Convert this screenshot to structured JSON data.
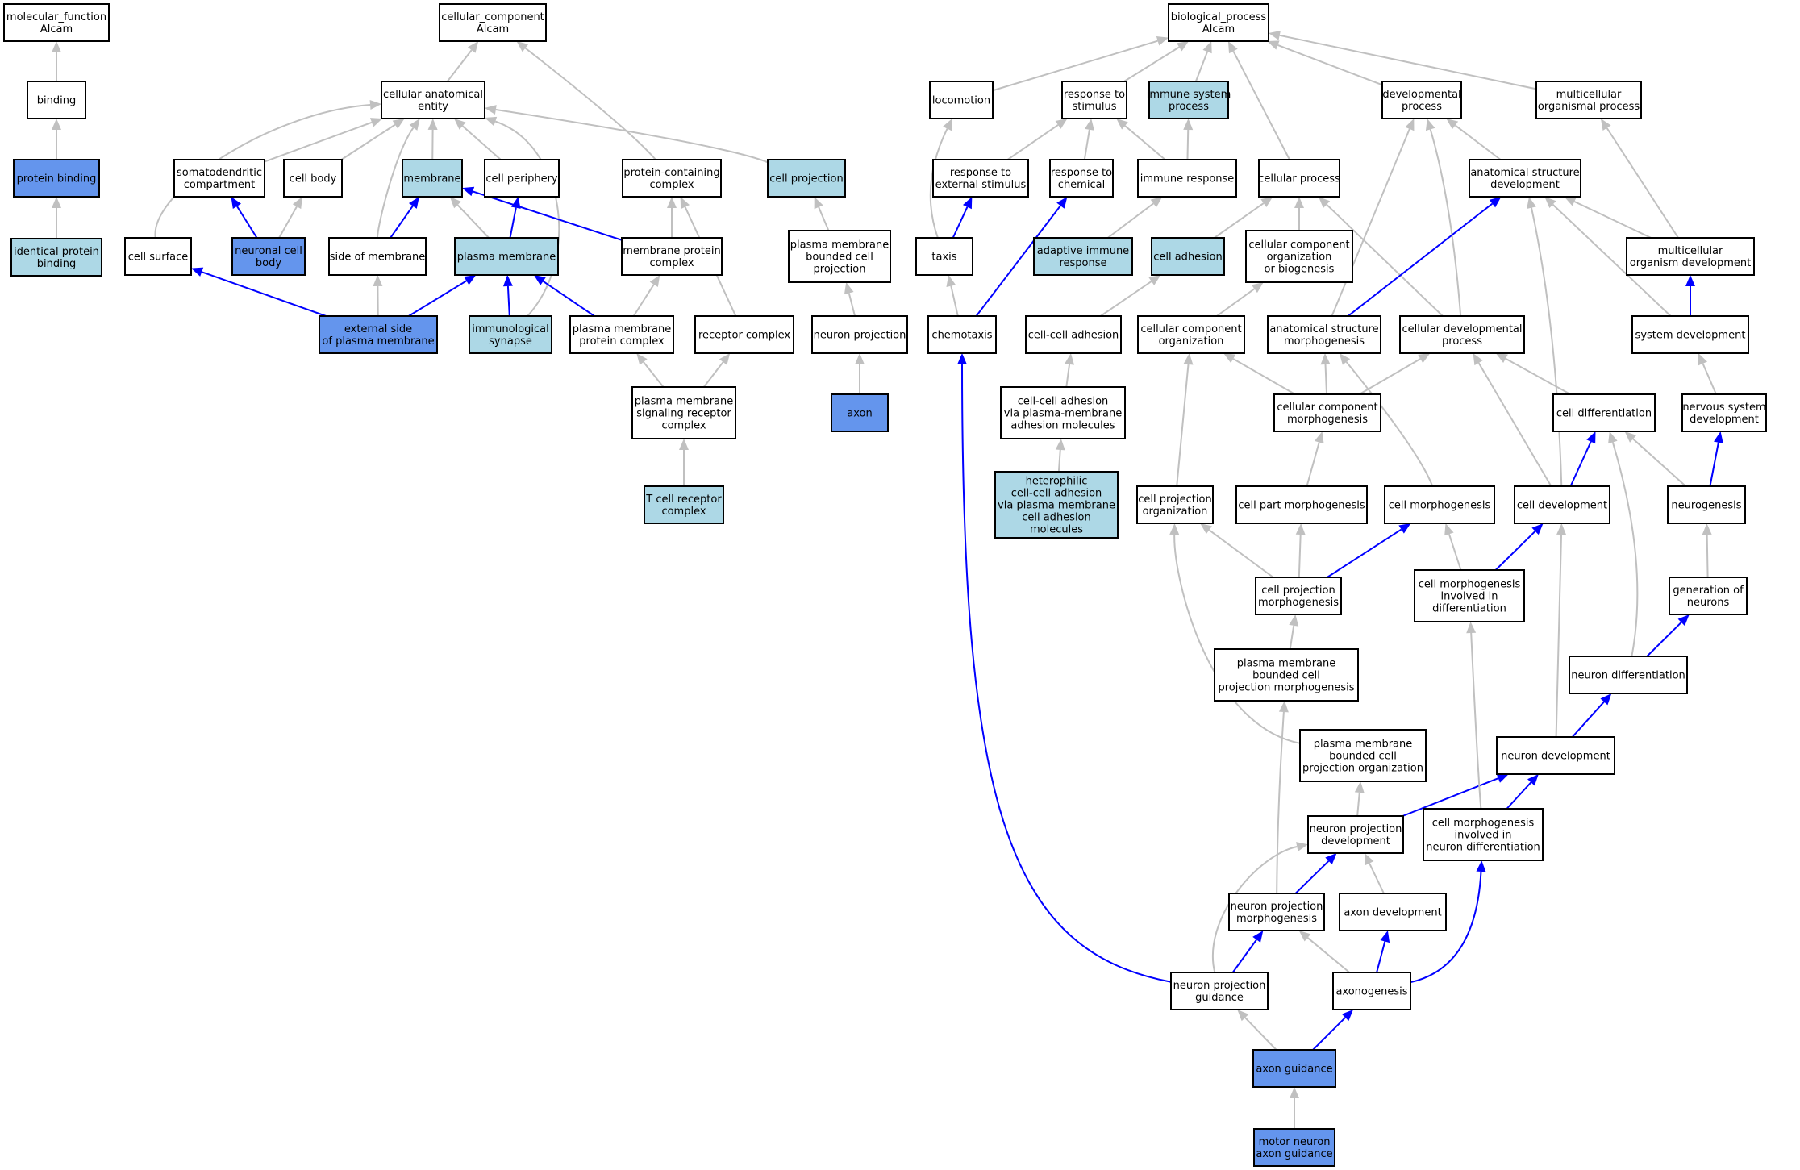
{
  "colors": {
    "node_default": "#ffffff",
    "node_light": "#add8e6",
    "node_dark": "#6495ed",
    "edge_gray": "#c0c0c0",
    "edge_blue": "#0000ff"
  },
  "nodes": [
    {
      "id": "mf",
      "label": [
        "molecular_function",
        "Alcam"
      ],
      "fill": "white"
    },
    {
      "id": "binding",
      "label": [
        "binding"
      ],
      "fill": "white"
    },
    {
      "id": "protbind",
      "label": [
        "protein binding"
      ],
      "fill": "dark"
    },
    {
      "id": "identprot",
      "label": [
        "identical protein",
        "binding"
      ],
      "fill": "light"
    },
    {
      "id": "cc",
      "label": [
        "cellular_component",
        "Alcam"
      ],
      "fill": "white"
    },
    {
      "id": "cae",
      "label": [
        "cellular anatomical",
        "entity"
      ],
      "fill": "white"
    },
    {
      "id": "somato",
      "label": [
        "somatodendritic",
        "compartment"
      ],
      "fill": "white"
    },
    {
      "id": "cellbody",
      "label": [
        "cell body"
      ],
      "fill": "white"
    },
    {
      "id": "membrane",
      "label": [
        "membrane"
      ],
      "fill": "light"
    },
    {
      "id": "periphery",
      "label": [
        "cell periphery"
      ],
      "fill": "white"
    },
    {
      "id": "protcont",
      "label": [
        "protein-containing",
        "complex"
      ],
      "fill": "white"
    },
    {
      "id": "cellproj",
      "label": [
        "cell projection"
      ],
      "fill": "light"
    },
    {
      "id": "cellsurface",
      "label": [
        "cell surface"
      ],
      "fill": "white"
    },
    {
      "id": "neuronalbody",
      "label": [
        "neuronal cell",
        "body"
      ],
      "fill": "dark"
    },
    {
      "id": "sidemem",
      "label": [
        "side of membrane"
      ],
      "fill": "white"
    },
    {
      "id": "plasmamem",
      "label": [
        "plasma membrane"
      ],
      "fill": "light"
    },
    {
      "id": "memprotcomplex",
      "label": [
        "membrane protein",
        "complex"
      ],
      "fill": "white"
    },
    {
      "id": "pmbcp",
      "label": [
        "plasma membrane",
        "bounded cell",
        "projection"
      ],
      "fill": "white"
    },
    {
      "id": "extside",
      "label": [
        "external side",
        "of plasma membrane"
      ],
      "fill": "dark"
    },
    {
      "id": "immsyn",
      "label": [
        "immunological",
        "synapse"
      ],
      "fill": "light"
    },
    {
      "id": "pmprotcomplex",
      "label": [
        "plasma membrane",
        "protein complex"
      ],
      "fill": "white"
    },
    {
      "id": "receptorcomplex",
      "label": [
        "receptor complex"
      ],
      "fill": "white"
    },
    {
      "id": "neuronproj",
      "label": [
        "neuron projection"
      ],
      "fill": "white"
    },
    {
      "id": "pmsrc",
      "label": [
        "plasma membrane",
        "signaling receptor",
        "complex"
      ],
      "fill": "white"
    },
    {
      "id": "axon",
      "label": [
        "axon"
      ],
      "fill": "dark"
    },
    {
      "id": "tcell",
      "label": [
        "T cell receptor",
        "complex"
      ],
      "fill": "light"
    },
    {
      "id": "bp",
      "label": [
        "biological_process",
        "Alcam"
      ],
      "fill": "white"
    },
    {
      "id": "locomotion",
      "label": [
        "locomotion"
      ],
      "fill": "white"
    },
    {
      "id": "respstim",
      "label": [
        "response to",
        "stimulus"
      ],
      "fill": "white"
    },
    {
      "id": "immsysproc",
      "label": [
        "immune system",
        "process"
      ],
      "fill": "light"
    },
    {
      "id": "devproc",
      "label": [
        "developmental",
        "process"
      ],
      "fill": "white"
    },
    {
      "id": "multiproc",
      "label": [
        "multicellular",
        "organismal process"
      ],
      "fill": "white"
    },
    {
      "id": "respext",
      "label": [
        "response to",
        "external stimulus"
      ],
      "fill": "white"
    },
    {
      "id": "respchem",
      "label": [
        "response to",
        "chemical"
      ],
      "fill": "white"
    },
    {
      "id": "immresp",
      "label": [
        "immune response"
      ],
      "fill": "white"
    },
    {
      "id": "cellproc",
      "label": [
        "cellular process"
      ],
      "fill": "white"
    },
    {
      "id": "anatdev",
      "label": [
        "anatomical structure",
        "development"
      ],
      "fill": "white"
    },
    {
      "id": "taxis",
      "label": [
        "taxis"
      ],
      "fill": "white"
    },
    {
      "id": "adaptive",
      "label": [
        "adaptive immune",
        "response"
      ],
      "fill": "light"
    },
    {
      "id": "celladh",
      "label": [
        "cell adhesion"
      ],
      "fill": "light"
    },
    {
      "id": "ccob",
      "label": [
        "cellular component",
        "organization",
        "or biogenesis"
      ],
      "fill": "white"
    },
    {
      "id": "multidev",
      "label": [
        "multicellular",
        "organism development"
      ],
      "fill": "white"
    },
    {
      "id": "chemotaxis",
      "label": [
        "chemotaxis"
      ],
      "fill": "white"
    },
    {
      "id": "ccadh",
      "label": [
        "cell-cell adhesion"
      ],
      "fill": "white"
    },
    {
      "id": "ccorg",
      "label": [
        "cellular component",
        "organization"
      ],
      "fill": "white"
    },
    {
      "id": "asmorph",
      "label": [
        "anatomical structure",
        "morphogenesis"
      ],
      "fill": "white"
    },
    {
      "id": "celldevproc",
      "label": [
        "cellular developmental",
        "process"
      ],
      "fill": "white"
    },
    {
      "id": "sysdev",
      "label": [
        "system development"
      ],
      "fill": "white"
    },
    {
      "id": "ccadhpm",
      "label": [
        "cell-cell adhesion",
        "via plasma-membrane",
        "adhesion molecules"
      ],
      "fill": "white"
    },
    {
      "id": "ccmorph",
      "label": [
        "cellular component",
        "morphogenesis"
      ],
      "fill": "white"
    },
    {
      "id": "celldiff",
      "label": [
        "cell differentiation"
      ],
      "fill": "white"
    },
    {
      "id": "nsdev",
      "label": [
        "nervous system",
        "development"
      ],
      "fill": "white"
    },
    {
      "id": "hetero",
      "label": [
        "heterophilic",
        "cell-cell adhesion",
        "via plasma membrane",
        "cell adhesion",
        "molecules"
      ],
      "fill": "light"
    },
    {
      "id": "cpo",
      "label": [
        "cell projection",
        "organization"
      ],
      "fill": "white"
    },
    {
      "id": "cellpartmorph",
      "label": [
        "cell part morphogenesis"
      ],
      "fill": "white"
    },
    {
      "id": "cellmorph",
      "label": [
        "cell morphogenesis"
      ],
      "fill": "white"
    },
    {
      "id": "celldev",
      "label": [
        "cell development"
      ],
      "fill": "white"
    },
    {
      "id": "neurogenesis",
      "label": [
        "neurogenesis"
      ],
      "fill": "white"
    },
    {
      "id": "cpmorph",
      "label": [
        "cell projection",
        "morphogenesis"
      ],
      "fill": "white"
    },
    {
      "id": "cmid",
      "label": [
        "cell morphogenesis",
        "involved in",
        "differentiation"
      ],
      "fill": "white"
    },
    {
      "id": "genneurons",
      "label": [
        "generation of",
        "neurons"
      ],
      "fill": "white"
    },
    {
      "id": "pmbcpmorph",
      "label": [
        "plasma membrane",
        "bounded cell",
        "projection morphogenesis"
      ],
      "fill": "white"
    },
    {
      "id": "neurondiff",
      "label": [
        "neuron differentiation"
      ],
      "fill": "white"
    },
    {
      "id": "pmbcporg",
      "label": [
        "plasma membrane",
        "bounded cell",
        "projection organization"
      ],
      "fill": "white"
    },
    {
      "id": "neurondev",
      "label": [
        "neuron development"
      ],
      "fill": "white"
    },
    {
      "id": "npdev",
      "label": [
        "neuron projection",
        "development"
      ],
      "fill": "white"
    },
    {
      "id": "cmind",
      "label": [
        "cell morphogenesis",
        "involved in",
        "neuron differentiation"
      ],
      "fill": "white"
    },
    {
      "id": "npmorph",
      "label": [
        "neuron projection",
        "morphogenesis"
      ],
      "fill": "white"
    },
    {
      "id": "axondev",
      "label": [
        "axon development"
      ],
      "fill": "white"
    },
    {
      "id": "npguid",
      "label": [
        "neuron projection",
        "guidance"
      ],
      "fill": "white"
    },
    {
      "id": "axonogenesis",
      "label": [
        "axonogenesis"
      ],
      "fill": "white"
    },
    {
      "id": "axonguid",
      "label": [
        "axon guidance"
      ],
      "fill": "dark"
    },
    {
      "id": "motorguid",
      "label": [
        "motor neuron",
        "axon guidance"
      ],
      "fill": "dark"
    }
  ],
  "edges": [
    {
      "from": "binding",
      "to": "mf",
      "color": "gray"
    },
    {
      "from": "protbind",
      "to": "binding",
      "color": "gray"
    },
    {
      "from": "identprot",
      "to": "protbind",
      "color": "gray"
    },
    {
      "from": "cae",
      "to": "cc",
      "color": "gray"
    },
    {
      "from": "protcont",
      "to": "cc",
      "color": "gray"
    },
    {
      "from": "somato",
      "to": "cae",
      "color": "gray"
    },
    {
      "from": "cellbody",
      "to": "cae",
      "color": "gray"
    },
    {
      "from": "membrane",
      "to": "cae",
      "color": "gray"
    },
    {
      "from": "periphery",
      "to": "cae",
      "color": "gray"
    },
    {
      "from": "cellproj",
      "to": "cae",
      "color": "gray"
    },
    {
      "from": "cellsurface",
      "to": "cae",
      "color": "gray"
    },
    {
      "from": "sidemem",
      "to": "cae",
      "color": "gray"
    },
    {
      "from": "immsyn",
      "to": "cae",
      "color": "gray"
    },
    {
      "from": "neuronalbody",
      "to": "somato",
      "color": "blue"
    },
    {
      "from": "neuronalbody",
      "to": "cellbody",
      "color": "gray"
    },
    {
      "from": "sidemem",
      "to": "membrane",
      "color": "blue"
    },
    {
      "from": "plasmamem",
      "to": "membrane",
      "color": "gray"
    },
    {
      "from": "memprotcomplex",
      "to": "membrane",
      "color": "blue"
    },
    {
      "from": "plasmamem",
      "to": "periphery",
      "color": "blue"
    },
    {
      "from": "memprotcomplex",
      "to": "protcont",
      "color": "gray"
    },
    {
      "from": "receptorcomplex",
      "to": "protcont",
      "color": "gray"
    },
    {
      "from": "pmbcp",
      "to": "cellproj",
      "color": "gray"
    },
    {
      "from": "extside",
      "to": "cellsurface",
      "color": "blue"
    },
    {
      "from": "extside",
      "to": "sidemem",
      "color": "gray"
    },
    {
      "from": "extside",
      "to": "plasmamem",
      "color": "blue"
    },
    {
      "from": "immsyn",
      "to": "plasmamem",
      "color": "blue"
    },
    {
      "from": "pmprotcomplex",
      "to": "plasmamem",
      "color": "blue"
    },
    {
      "from": "pmprotcomplex",
      "to": "memprotcomplex",
      "color": "gray"
    },
    {
      "from": "neuronproj",
      "to": "pmbcp",
      "color": "gray"
    },
    {
      "from": "pmsrc",
      "to": "pmprotcomplex",
      "color": "gray"
    },
    {
      "from": "pmsrc",
      "to": "receptorcomplex",
      "color": "gray"
    },
    {
      "from": "axon",
      "to": "neuronproj",
      "color": "gray"
    },
    {
      "from": "tcell",
      "to": "pmsrc",
      "color": "gray"
    },
    {
      "from": "locomotion",
      "to": "bp",
      "color": "gray"
    },
    {
      "from": "respstim",
      "to": "bp",
      "color": "gray"
    },
    {
      "from": "immsysproc",
      "to": "bp",
      "color": "gray"
    },
    {
      "from": "devproc",
      "to": "bp",
      "color": "gray"
    },
    {
      "from": "multiproc",
      "to": "bp",
      "color": "gray"
    },
    {
      "from": "cellproc",
      "to": "bp",
      "color": "gray"
    },
    {
      "from": "respext",
      "to": "respstim",
      "color": "gray"
    },
    {
      "from": "respchem",
      "to": "respstim",
      "color": "gray"
    },
    {
      "from": "immresp",
      "to": "respstim",
      "color": "gray"
    },
    {
      "from": "immresp",
      "to": "immsysproc",
      "color": "gray"
    },
    {
      "from": "taxis",
      "to": "locomotion",
      "color": "gray"
    },
    {
      "from": "taxis",
      "to": "respext",
      "color": "blue"
    },
    {
      "from": "chemotaxis",
      "to": "respchem",
      "color": "blue"
    },
    {
      "from": "chemotaxis",
      "to": "taxis",
      "color": "gray"
    },
    {
      "from": "adaptive",
      "to": "immresp",
      "color": "gray"
    },
    {
      "from": "celladh",
      "to": "cellproc",
      "color": "gray"
    },
    {
      "from": "ccob",
      "to": "cellproc",
      "color": "gray"
    },
    {
      "from": "celldevproc",
      "to": "cellproc",
      "color": "gray"
    },
    {
      "from": "anatdev",
      "to": "devproc",
      "color": "gray"
    },
    {
      "from": "asmorph",
      "to": "devproc",
      "color": "gray"
    },
    {
      "from": "celldevproc",
      "to": "devproc",
      "color": "gray"
    },
    {
      "from": "multidev",
      "to": "multiproc",
      "color": "gray"
    },
    {
      "from": "asmorph",
      "to": "anatdev",
      "color": "blue"
    },
    {
      "from": "multidev",
      "to": "anatdev",
      "color": "gray"
    },
    {
      "from": "sysdev",
      "to": "anatdev",
      "color": "gray"
    },
    {
      "from": "celldev",
      "to": "anatdev",
      "color": "gray"
    },
    {
      "from": "sysdev",
      "to": "multidev",
      "color": "blue"
    },
    {
      "from": "ccadh",
      "to": "celladh",
      "color": "gray"
    },
    {
      "from": "ccorg",
      "to": "ccob",
      "color": "gray"
    },
    {
      "from": "ccadhpm",
      "to": "ccadh",
      "color": "gray"
    },
    {
      "from": "hetero",
      "to": "ccadhpm",
      "color": "gray"
    },
    {
      "from": "ccmorph",
      "to": "ccorg",
      "color": "gray"
    },
    {
      "from": "cpo",
      "to": "ccorg",
      "color": "gray"
    },
    {
      "from": "ccmorph",
      "to": "asmorph",
      "color": "gray"
    },
    {
      "from": "cellmorph",
      "to": "asmorph",
      "color": "gray"
    },
    {
      "from": "ccmorph",
      "to": "celldevproc",
      "color": "gray"
    },
    {
      "from": "celldiff",
      "to": "celldevproc",
      "color": "gray"
    },
    {
      "from": "celldev",
      "to": "celldevproc",
      "color": "gray"
    },
    {
      "from": "nsdev",
      "to": "sysdev",
      "color": "gray"
    },
    {
      "from": "cellpartmorph",
      "to": "ccmorph",
      "color": "gray"
    },
    {
      "from": "celldev",
      "to": "celldiff",
      "color": "blue"
    },
    {
      "from": "neurogenesis",
      "to": "celldiff",
      "color": "gray"
    },
    {
      "from": "neurondiff",
      "to": "celldiff",
      "color": "gray"
    },
    {
      "from": "neurogenesis",
      "to": "nsdev",
      "color": "blue"
    },
    {
      "from": "cpmorph",
      "to": "cpo",
      "color": "gray"
    },
    {
      "from": "pmbcporg",
      "to": "cpo",
      "color": "gray"
    },
    {
      "from": "cpmorph",
      "to": "cellpartmorph",
      "color": "gray"
    },
    {
      "from": "cpmorph",
      "to": "cellmorph",
      "color": "blue"
    },
    {
      "from": "cmid",
      "to": "cellmorph",
      "color": "gray"
    },
    {
      "from": "cmid",
      "to": "celldev",
      "color": "blue"
    },
    {
      "from": "neurondev",
      "to": "celldev",
      "color": "gray"
    },
    {
      "from": "genneurons",
      "to": "neurogenesis",
      "color": "gray"
    },
    {
      "from": "pmbcpmorph",
      "to": "cpmorph",
      "color": "gray"
    },
    {
      "from": "neurondiff",
      "to": "genneurons",
      "color": "blue"
    },
    {
      "from": "npmorph",
      "to": "pmbcpmorph",
      "color": "gray"
    },
    {
      "from": "neurondev",
      "to": "neurondiff",
      "color": "blue"
    },
    {
      "from": "npdev",
      "to": "pmbcporg",
      "color": "gray"
    },
    {
      "from": "npdev",
      "to": "neurondev",
      "color": "blue"
    },
    {
      "from": "cmind",
      "to": "neurondev",
      "color": "blue"
    },
    {
      "from": "cmind",
      "to": "cmid",
      "color": "gray"
    },
    {
      "from": "npmorph",
      "to": "npdev",
      "color": "blue"
    },
    {
      "from": "axondev",
      "to": "npdev",
      "color": "gray"
    },
    {
      "from": "npguid",
      "to": "npdev",
      "color": "gray"
    },
    {
      "from": "npguid",
      "to": "npmorph",
      "color": "blue"
    },
    {
      "from": "axonogenesis",
      "to": "npmorph",
      "color": "gray"
    },
    {
      "from": "axonogenesis",
      "to": "axondev",
      "color": "blue"
    },
    {
      "from": "axonogenesis",
      "to": "cmind",
      "color": "blue"
    },
    {
      "from": "npguid",
      "to": "chemotaxis",
      "color": "blue"
    },
    {
      "from": "axonguid",
      "to": "npguid",
      "color": "gray"
    },
    {
      "from": "axonguid",
      "to": "axonogenesis",
      "color": "blue"
    },
    {
      "from": "motorguid",
      "to": "axonguid",
      "color": "gray"
    }
  ]
}
